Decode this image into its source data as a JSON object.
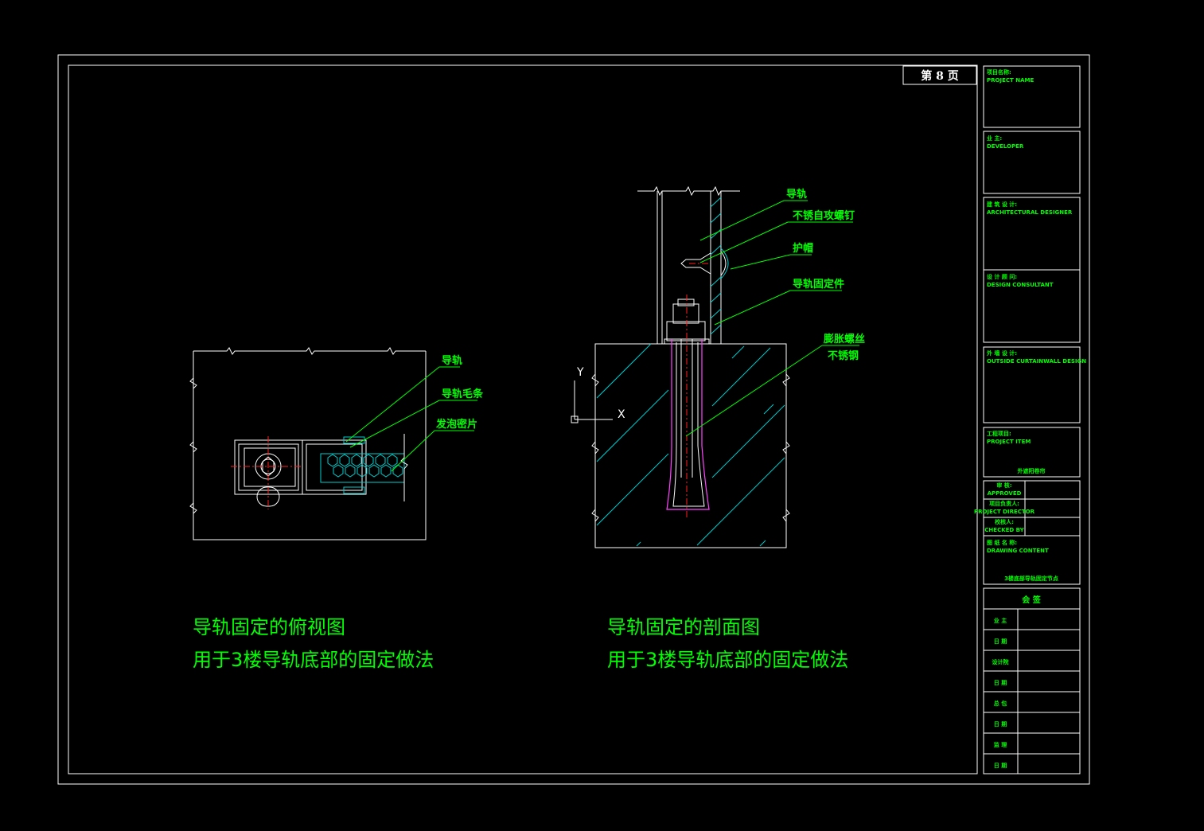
{
  "page_label": "第 8 页",
  "plan_view": {
    "labels": [
      "导轨",
      "导轨毛条",
      "发泡密片"
    ],
    "title_line1": "导轨固定的俯视图",
    "title_line2": "用于3楼导轨底部的固定做法"
  },
  "section_view": {
    "labels": [
      "导轨",
      "不锈自攻螺钉",
      "护帽",
      "导轨固定件",
      "膨胀螺丝",
      "不锈钢"
    ],
    "title_line1": "导轨固定的剖面图",
    "title_line2": "用于3楼导轨底部的固定做法",
    "axis_y": "Y",
    "axis_x": "X"
  },
  "title_block": {
    "project_name_cn": "项目名称:",
    "project_name_en": "PROJECT NAME",
    "developer_cn": "业 主:",
    "developer_en": "DEVELOPER",
    "architect_cn": "建 筑 设 计:",
    "architect_en": "ARCHITECTURAL DESIGNER",
    "consultant_cn": "设 计 顾 问:",
    "consultant_en": "DESIGN CONSULTANT",
    "curtain_cn": "外 墙 设 计:",
    "curtain_en": "OUTSIDE CURTAINWALL DESIGN",
    "item_cn": "工程项目:",
    "item_en": "PROJECT ITEM",
    "item_value": "外遮阳卷帘",
    "approved_cn": "审 核:",
    "approved_en": "APPROVED",
    "director_cn": "项目负责人:",
    "director_en": "PROJECT DIRECTOR",
    "check_cn": "校核人:",
    "check_en": "CHECKED BY",
    "drawing_cn": "图 纸 名 称:",
    "drawing_en": "DRAWING CONTENT",
    "drawing_value": "3楼底部导轨固定节点",
    "sign_header": "会 签",
    "sign_rows": [
      "业 主",
      "日 期",
      "设计院",
      "日 期",
      "总 包",
      "日 期",
      "监 理",
      "日 期"
    ]
  }
}
